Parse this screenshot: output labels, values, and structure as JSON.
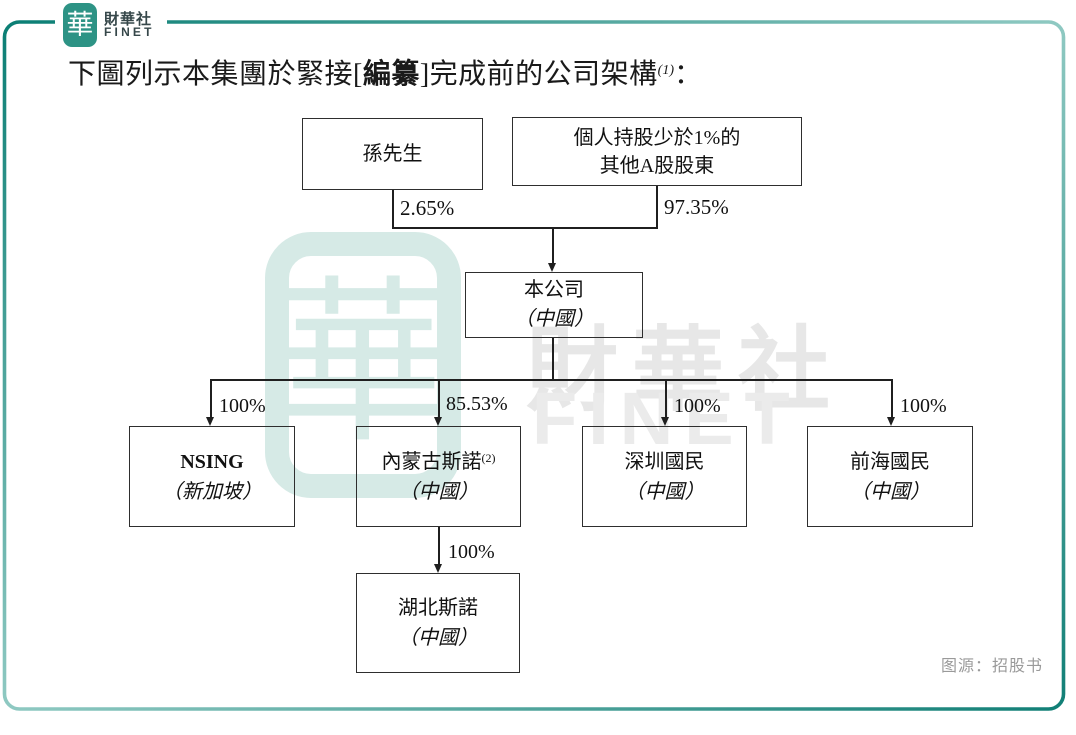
{
  "header": {
    "brand": {
      "logo_char": "華",
      "name_zh": "財華社",
      "name_en": "FINET"
    },
    "title": {
      "pre": "下圖列示本集團於緊接[",
      "bold": "編纂",
      "mid": "]完成前的公司架構",
      "sup": "(1)",
      "end": "："
    }
  },
  "diagram": {
    "nodes": {
      "sun": {
        "name": "孫先生"
      },
      "public_a": {
        "line1": "個人持股少於1%的",
        "line2": "其他A股股東"
      },
      "company": {
        "name": "本公司",
        "region": "（中國）"
      },
      "nsing": {
        "name": "NSING",
        "region": "（新加坡）"
      },
      "inner_mongolia": {
        "name": "內蒙古斯諾",
        "sup": "(2)",
        "region": "（中國）"
      },
      "shenzhen": {
        "name": "深圳國民",
        "region": "（中國）"
      },
      "qianhai": {
        "name": "前海國民",
        "region": "（中國）"
      },
      "hubei": {
        "name": "湖北斯諾",
        "region": "（中國）"
      }
    },
    "ownership": {
      "sun_to_company": "2.65%",
      "public_to_company": "97.35%",
      "company_to_nsing": "100%",
      "company_to_inner_mongolia": "85.53%",
      "company_to_shenzhen": "100%",
      "company_to_qianhai": "100%",
      "inner_mongolia_to_hubei": "100%"
    }
  },
  "watermark": {
    "logo_char": "華",
    "name_zh": "財華社",
    "name_en": "FINET"
  },
  "footer": {
    "source": "图源：招股书"
  },
  "colors": {
    "frame_teal_dark": "#0A7E74",
    "frame_teal_light": "#8FC9C2",
    "logo_teal": "#2D9385",
    "brand_text": "#36474A",
    "watermark_teal": "#D6EAE6",
    "watermark_gray": "#E7E7E7",
    "line_black": "#1F1F1F",
    "source_gray": "#9A9A9A"
  }
}
